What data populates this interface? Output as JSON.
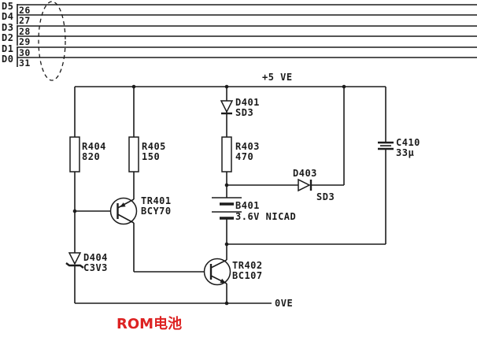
{
  "bus": {
    "rows": [
      {
        "label": "D5",
        "pin": "26"
      },
      {
        "label": "D4",
        "pin": "27"
      },
      {
        "label": "D3",
        "pin": "28"
      },
      {
        "label": "D2",
        "pin": "29"
      },
      {
        "label": "D1",
        "pin": "30"
      },
      {
        "label": "D0",
        "pin": "31"
      }
    ]
  },
  "power": {
    "plus_label": "+5 VE",
    "ground_label": "0VE"
  },
  "components": {
    "r404": {
      "ref": "R404",
      "value": "820"
    },
    "r405": {
      "ref": "R405",
      "value": "150"
    },
    "r403": {
      "ref": "R403",
      "value": "470"
    },
    "d401": {
      "ref": "D401",
      "value": "SD3"
    },
    "d403": {
      "ref": "D403",
      "value": "SD3"
    },
    "d404": {
      "ref": "D404",
      "value": "C3V3"
    },
    "c410": {
      "ref": "C410",
      "value": "33µ"
    },
    "b401": {
      "ref": "B401",
      "value": "3.6V NICAD"
    },
    "tr401": {
      "ref": "TR401",
      "value": "BCY70"
    },
    "tr402": {
      "ref": "TR402",
      "value": "BC107"
    }
  },
  "caption": {
    "text": "ROM电池",
    "color": "#dd2222"
  },
  "colors": {
    "line": "#1c1c1c",
    "background": "#ffffff"
  }
}
